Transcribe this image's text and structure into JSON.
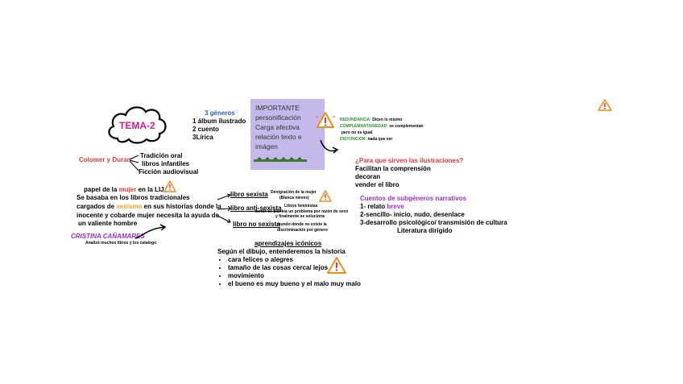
{
  "tema": {
    "label": "TEMA-2"
  },
  "generos": {
    "title": "3 géneros",
    "items": [
      "1 álbum ilustrado",
      "2 cuento",
      "3Lírica"
    ]
  },
  "sticky": {
    "lines": [
      "IMPORTANTE",
      "personificación",
      "Carga afectiva",
      "relación texto e",
      "imágen"
    ]
  },
  "relaciones": {
    "redundancia_label": "REDUNDANCIA:",
    "redundancia_text": " Dicen lo mismo",
    "complementariedad_label": "COMPLEMANTARIEDAD:",
    "complementariedad_text": " se complementan",
    "complementariedad_text2": "pero no es igual",
    "disyuncion_label": "DISYUNCIÓN:",
    "disyuncion_text": " nada que ver"
  },
  "colomer": {
    "label": "Colomer y Duran:",
    "items": [
      "Tradición oral",
      "libros infantiles",
      "Ficción audiovisual"
    ]
  },
  "ilustraciones": {
    "question": "¿Para que sirven las ilustraciones?",
    "items": [
      "Facilitan la comprensión",
      "decoran",
      "vender el libro"
    ]
  },
  "mujer": {
    "prefix": "papel de la ",
    "highlight": "mujer",
    "suffix": " en la LIJ",
    "line1": "Se basaba en los libros tradicionales",
    "line2a": "cargados de ",
    "line2b": "sexismo",
    "line2c": " en sus historias donde la",
    "line3": "inocente y cobarde mujer necesita la ayuda de",
    "line4": "un valiente hombre"
  },
  "libros": {
    "sexista_label": "libro sexista",
    "sexista_note1": "Denigración de la mujer",
    "sexista_note2": "(Blanca nieves)",
    "anti_label": "libro anti-sexista",
    "anti_note1": "Libros feministas",
    "anti_note2": "donde se plantea un problema por razón de sexo",
    "anti_note3": "y finalmente se soluciona",
    "no_label": "libro no sexista",
    "no_note1": "mundo donde no existe la",
    "no_note2": "discriminación por género"
  },
  "cuentos": {
    "title": "Cuentos de subgéneros narrativos",
    "item1a": "1- relato ",
    "item1b": "breve",
    "item2": "2-sencillo- inicio, nudo, desenlace",
    "item3": "3-desarrollo psicológico/ transmisión de cultura",
    "item4": "Literatura dirigido"
  },
  "cristina": {
    "name": "CRISTINA CAÑAMARES",
    "note": "Analizó muchos libros y los catalogo"
  },
  "aprendizajes": {
    "title": "aprendizajes icónicos",
    "intro": "Según el dibujo, entenderemos la historia",
    "items": [
      "cara felices o alegres",
      "tamaño de las cosas cerca/ lejos",
      "movimiento",
      "el bueno es muy bueno y el malo muy malo"
    ]
  },
  "colors": {
    "tema": "#d41c8c",
    "generos": "#2a5fc9",
    "colomer": "#e23a3a",
    "green": "#2f8f2f",
    "question": "#e23a3a",
    "mujer": "#e23a3a",
    "sexismo": "#f0a020",
    "cuentos": "#9b2fc9",
    "breve": "#9b2fc9",
    "cristina": "#9b2fc9",
    "sticky": "#c4b9ea",
    "warning_orange": "#f28c1b"
  },
  "icons": [
    "cloud-icon",
    "warning-icon",
    "arrow-icon",
    "plant-strip-icon"
  ]
}
